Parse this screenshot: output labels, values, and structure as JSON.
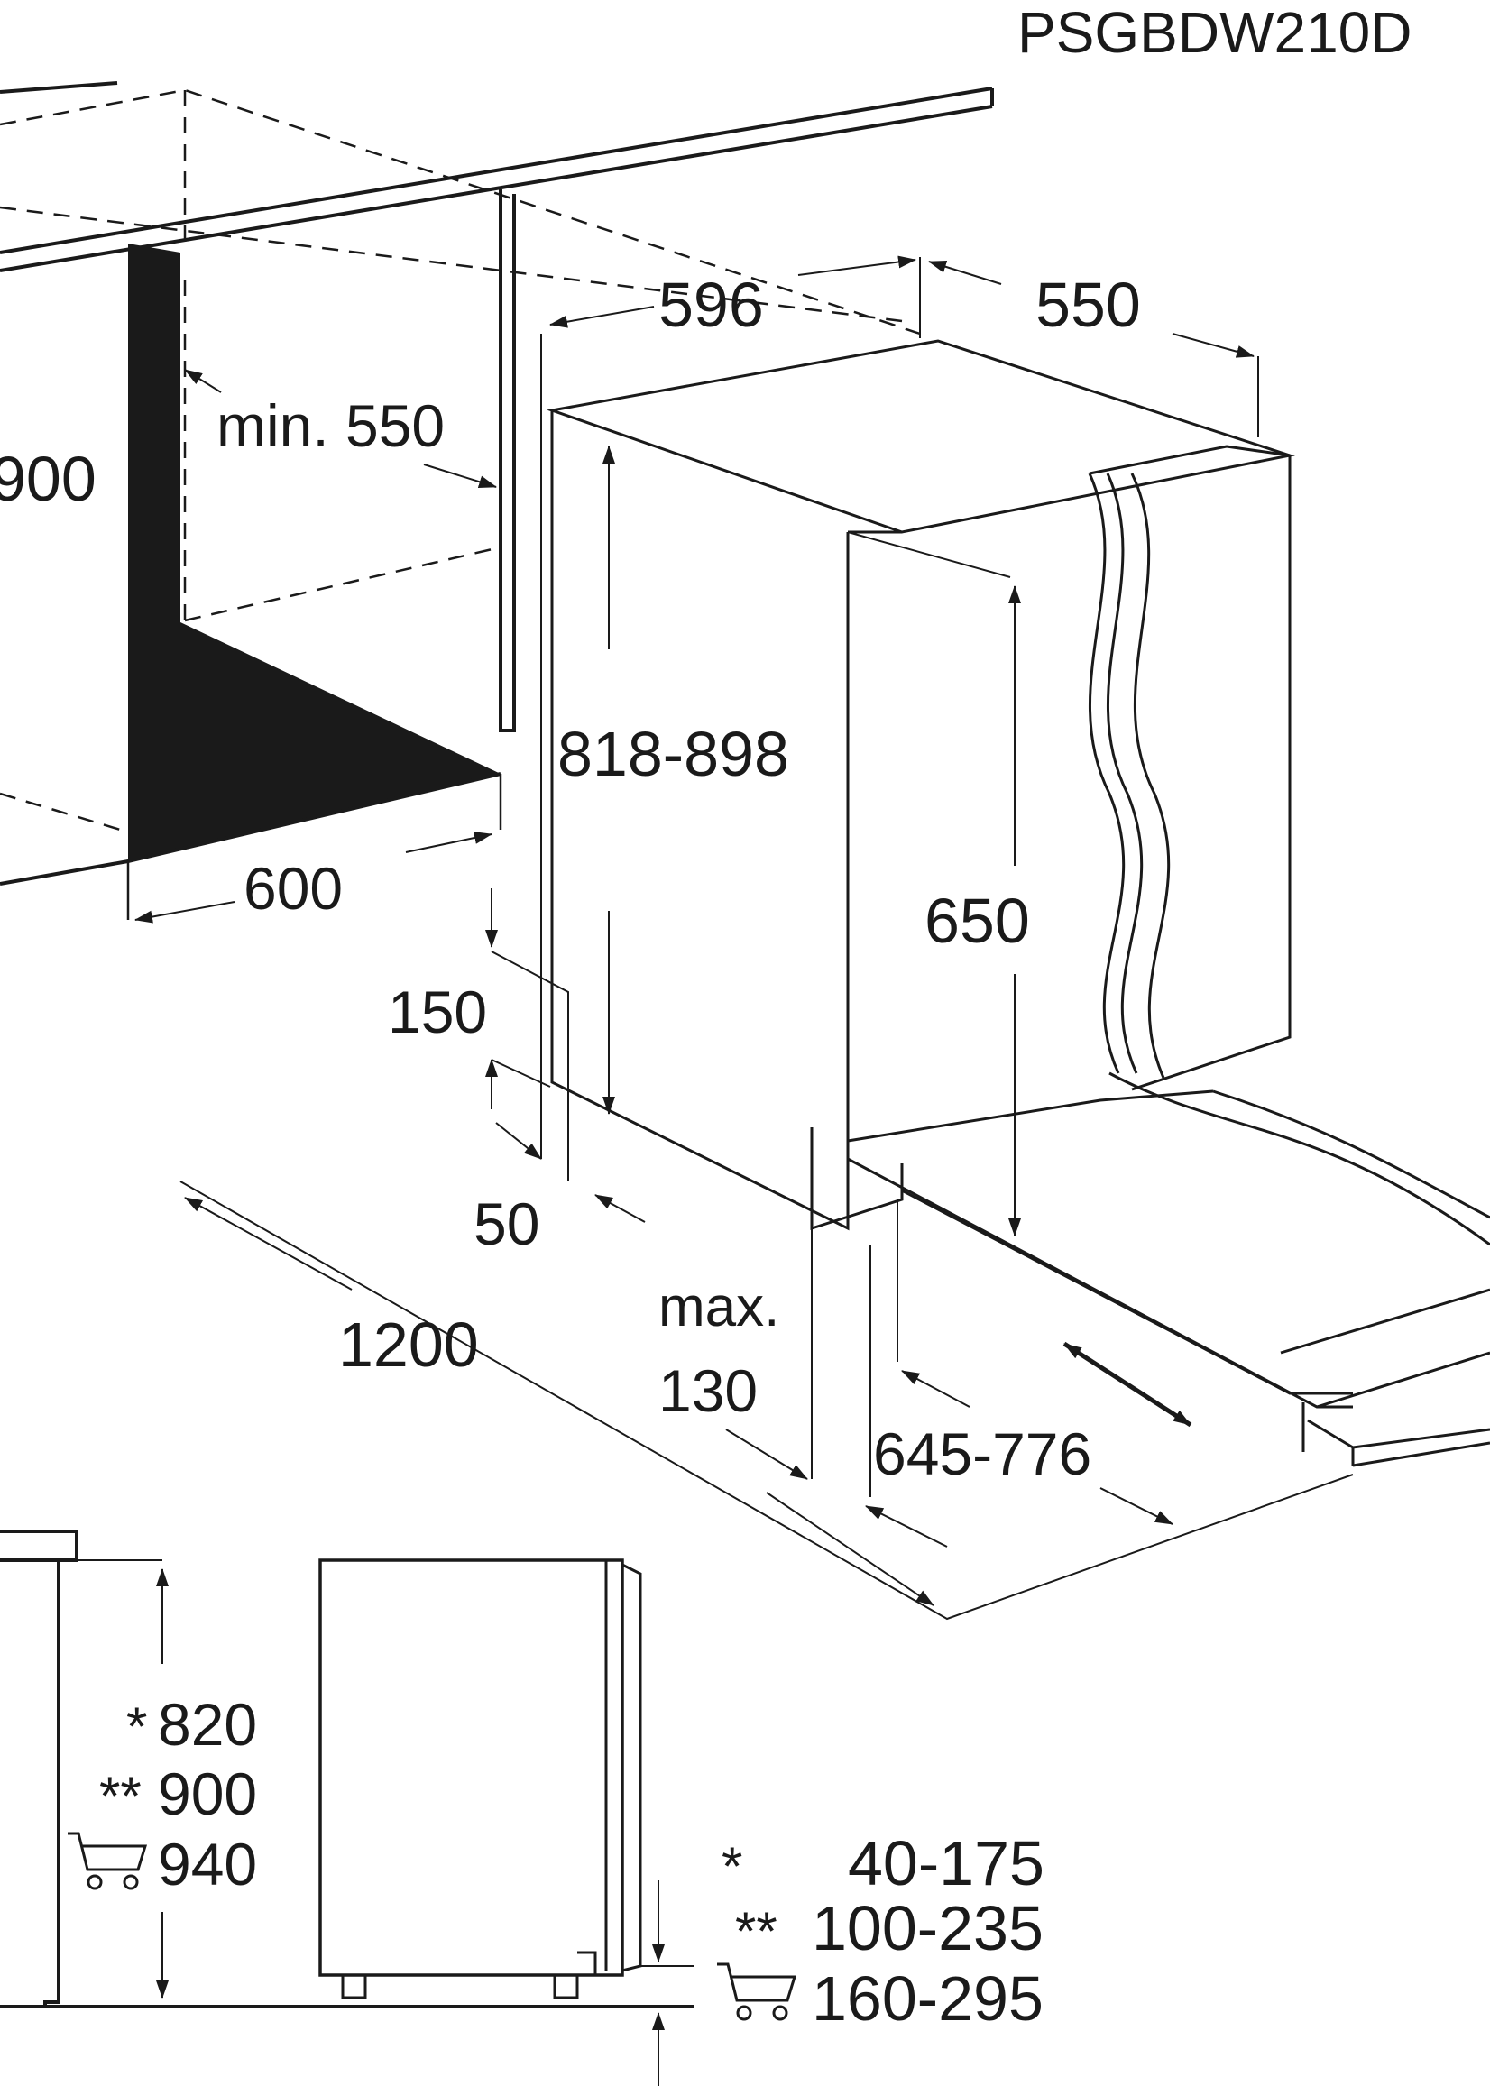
{
  "model": "PSGBDW210D",
  "dimensions": {
    "cabinet_height_left": "900",
    "min_depth": "min. 550",
    "niche_width": "600",
    "width": "596",
    "depth": "550",
    "height": "818-898",
    "door_height": "650",
    "plinth": "150",
    "side_gap": "50",
    "length_1200": "1200",
    "max_label": "max.",
    "max_value": "130",
    "plinth_depth": "645-776"
  },
  "bottom_table": {
    "heights": [
      {
        "mark": "*",
        "value": "820"
      },
      {
        "mark": "**",
        "value": "900"
      },
      {
        "mark": "",
        "value": "940"
      }
    ],
    "legs": [
      {
        "mark": "*",
        "value": "40-175"
      },
      {
        "mark": "**",
        "value": "100-235"
      },
      {
        "mark": "",
        "value": "160-295"
      }
    ]
  },
  "icons": [
    "cart-icon",
    "cart-icon"
  ]
}
